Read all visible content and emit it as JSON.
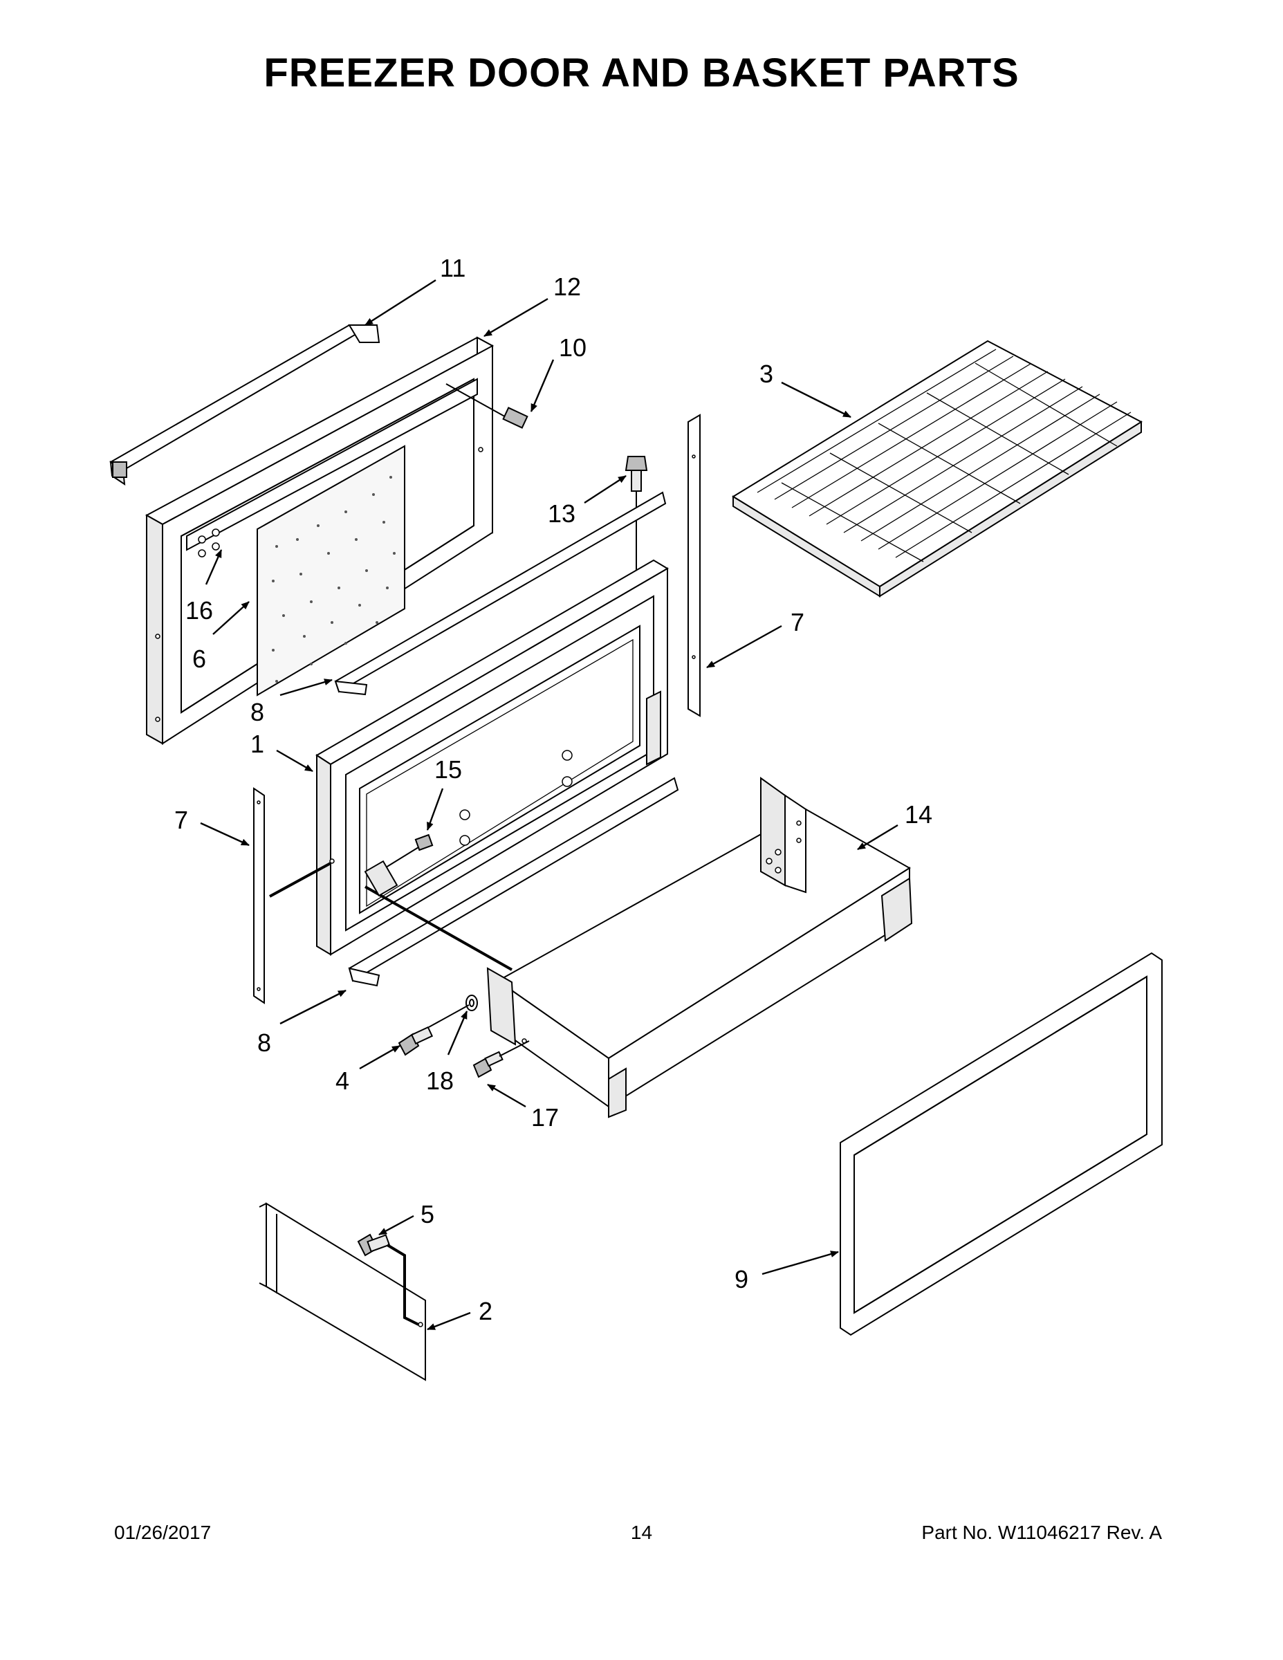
{
  "title": "FREEZER DOOR AND BASKET PARTS",
  "callouts": {
    "c1": "1",
    "c2": "2",
    "c3": "3",
    "c4": "4",
    "c5": "5",
    "c6": "6",
    "c7a": "7",
    "c7b": "7",
    "c8a": "8",
    "c8b": "8",
    "c9": "9",
    "c10": "10",
    "c11": "11",
    "c12": "12",
    "c13": "13",
    "c14": "14",
    "c15": "15",
    "c16": "16",
    "c17": "17",
    "c18": "18"
  },
  "footer": {
    "date": "01/26/2017",
    "page": "14",
    "part_no": "Part No.  W11046217  Rev.  A"
  }
}
